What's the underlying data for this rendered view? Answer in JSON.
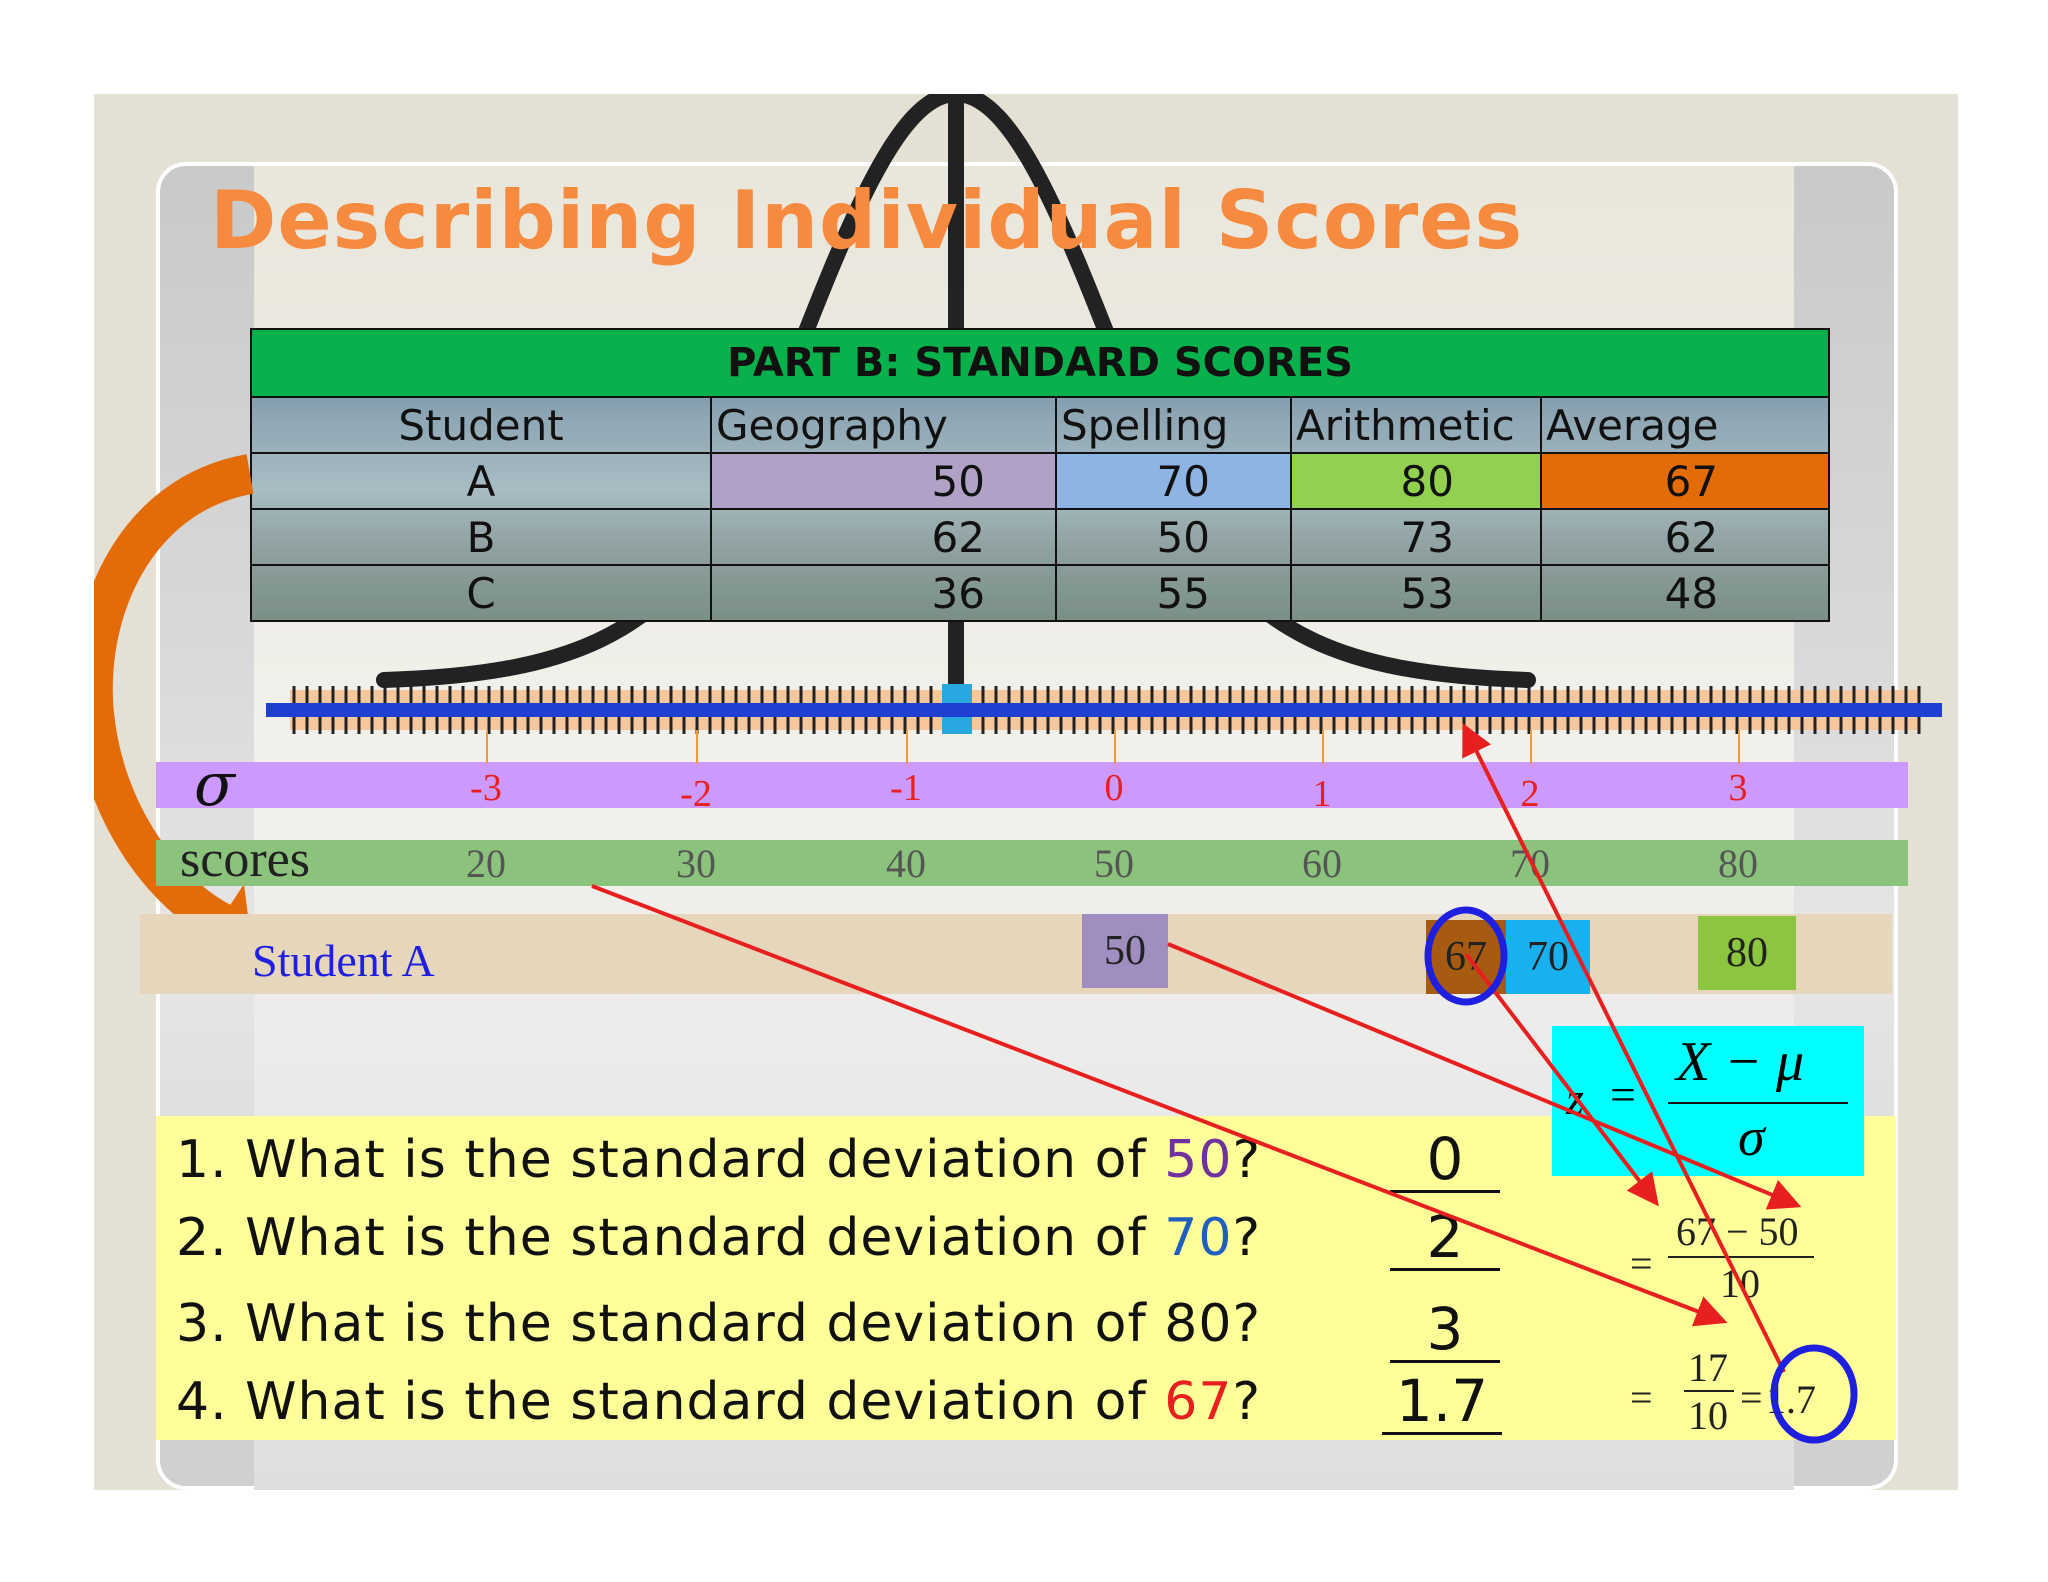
{
  "title": "Describing Individual Scores",
  "table": {
    "heading": "PART B: STANDARD SCORES",
    "columns": [
      "Student",
      "Geography",
      "Spelling",
      "Arithmetic",
      "Average"
    ],
    "rows": [
      {
        "student": "A",
        "geography": "50",
        "spelling": "70",
        "arithmetic": "80",
        "average": "67"
      },
      {
        "student": "B",
        "geography": "62",
        "spelling": "50",
        "arithmetic": "73",
        "average": "62"
      },
      {
        "student": "C",
        "geography": "36",
        "spelling": "55",
        "arithmetic": "53",
        "average": "48"
      }
    ]
  },
  "scale": {
    "sigma_symbol": "σ",
    "sigma_ticks": [
      "-3",
      "-2",
      "-1",
      "0",
      "1",
      "2",
      "3"
    ],
    "scores_word": "scores",
    "score_ticks": [
      "20",
      "30",
      "40",
      "50",
      "60",
      "70",
      "80"
    ],
    "student_label": "Student A",
    "student_scores": [
      "50",
      "67",
      "70",
      "80"
    ]
  },
  "formula": {
    "z": "z",
    "equals": "=",
    "numerator": "X − μ",
    "denominator": "σ",
    "step1_num": "67 − 50",
    "step1_den": "10",
    "step2_num": "17",
    "step2_den": "10",
    "result": "1.7"
  },
  "questions": [
    {
      "prefix": "1. What is the standard deviation of ",
      "value": "50",
      "suffix": "?",
      "answer": "0",
      "value_color": "#7030a0"
    },
    {
      "prefix": "2. What is the standard deviation of ",
      "value": "70",
      "suffix": "?",
      "answer": "2",
      "value_color": "#1f5fbf"
    },
    {
      "prefix": "3. What is the standard deviation of ",
      "value": "80",
      "suffix": "?",
      "answer": "3",
      "value_color": "#111111"
    },
    {
      "prefix": "4. What is the standard deviation of ",
      "value": "67",
      "suffix": "?",
      "answer": "1.7",
      "value_color": "#e81f1f"
    }
  ],
  "colors": {
    "title": "#f68a3e",
    "table_header": "#09b14c",
    "geography": "#b2a1c7",
    "spelling": "#8eb4e3",
    "arithmetic": "#92d050",
    "average": "#e36c09",
    "sigma_band": "#cc99ff",
    "scores_band": "#8bc27c",
    "question_box": "#ffff99",
    "formula_box": "#00ffff",
    "arrow": "#e81f1f",
    "circle": "#1f1fe0"
  }
}
